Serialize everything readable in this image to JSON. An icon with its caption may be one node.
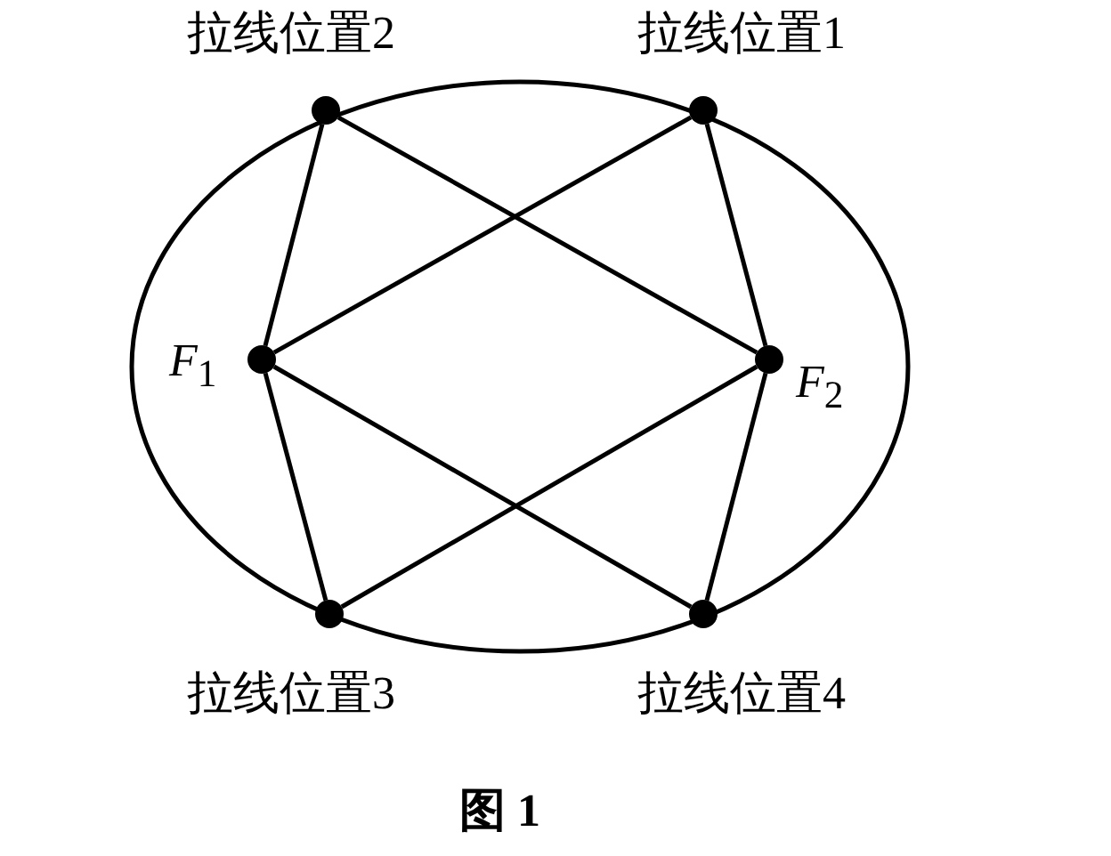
{
  "diagram": {
    "nodes": [
      {
        "text": [
          "拉线位置2"
        ]
      },
      {
        "text": [
          "拉线位置1"
        ]
      },
      {
        "text": [
          "*F*$_{1}$"
        ]
      },
      {
        "text": [
          "*F*$_{2}$"
        ]
      },
      {
        "text": [
          "拉线位置3"
        ]
      },
      {
        "text": [
          "拉线位置4"
        ]
      }
    ],
    "edges": [
      {
        "from": 2,
        "to": 0,
        "arrow": "none"
      },
      {
        "from": 2,
        "to": 1,
        "arrow": "none"
      },
      {
        "from": 2,
        "to": 4,
        "arrow": "none"
      },
      {
        "from": 2,
        "to": 5,
        "arrow": "none"
      },
      {
        "from": 3,
        "to": 0,
        "arrow": "none"
      },
      {
        "from": 3,
        "to": 1,
        "arrow": "none"
      },
      {
        "from": 3,
        "to": 4,
        "arrow": "none"
      },
      {
        "from": 3,
        "to": 5,
        "arrow": "none"
      }
    ],
    "caption": "图 1"
  }
}
